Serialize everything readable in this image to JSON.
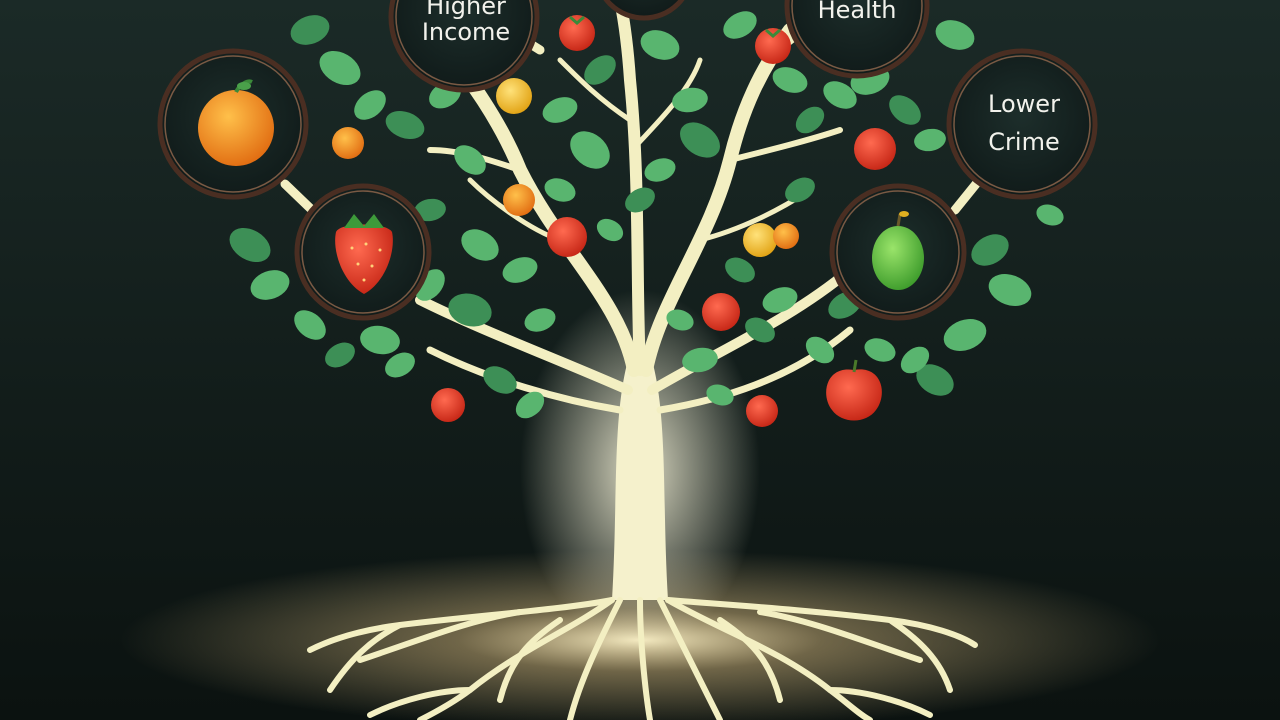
{
  "background": {
    "top": "#1b2a27",
    "bottom": "#0b1210",
    "glow": "#fff4c8"
  },
  "colors": {
    "trunk": "#f3efc2",
    "leaf": "#59b56f",
    "leaf_dark": "#3d8f56",
    "ring": "#4a2e22",
    "badge": "#14211f"
  },
  "badges": [
    {
      "id": "higher-income",
      "lines": [
        "Higher",
        "Income"
      ],
      "icon": null
    },
    {
      "id": "health",
      "lines": [
        "Health"
      ],
      "icon": null
    },
    {
      "id": "lower-crime",
      "lines": [
        "Lower",
        "Crime"
      ],
      "icon": null
    },
    {
      "id": "orange",
      "lines": [],
      "icon": "orange-fruit-icon"
    },
    {
      "id": "strawberry",
      "lines": [],
      "icon": "strawberry-icon"
    },
    {
      "id": "green-fruit",
      "lines": [],
      "icon": "lime-icon"
    }
  ]
}
